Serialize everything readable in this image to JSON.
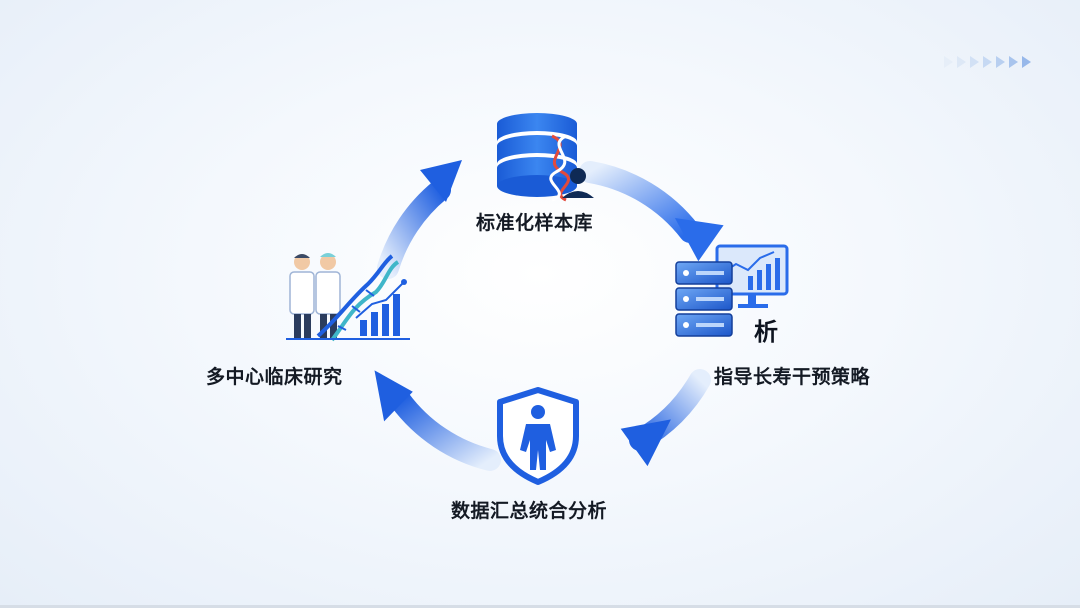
{
  "nodes": {
    "top": {
      "label": "标准化样本库",
      "icon": "database-dna-person-icon"
    },
    "right": {
      "label": "指导长寿干预策略",
      "icon": "server-monitor-icon",
      "icon_text": "析"
    },
    "bottom": {
      "label": "数据汇总统合分析",
      "icon": "shield-person-icon"
    },
    "left": {
      "label": "多中心临床研究",
      "icon": "doctors-dna-chart-icon"
    }
  },
  "colors": {
    "primary": "#1f5fe0",
    "light_blue": "#cfe1fb",
    "dark_blue": "#0f3ea8",
    "background": "#f3f7fc"
  },
  "decor": {
    "chevrons_count": 7
  }
}
